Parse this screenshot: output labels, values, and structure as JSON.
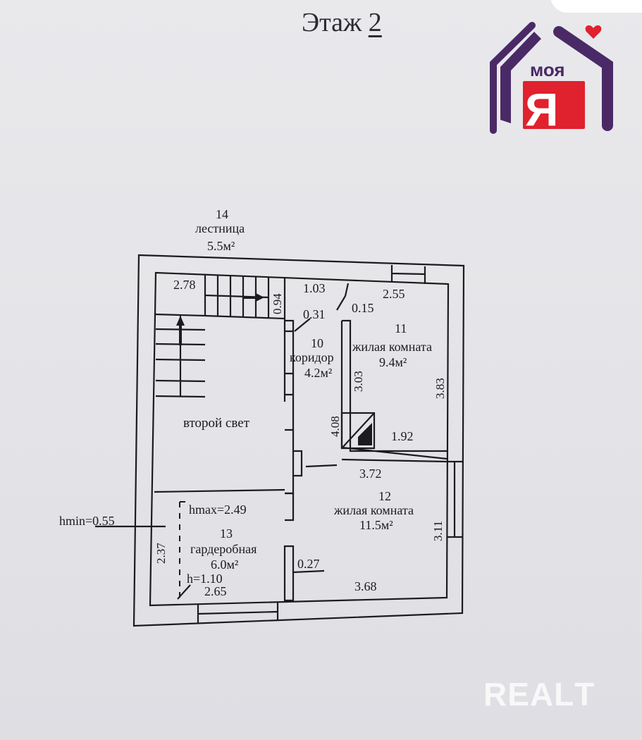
{
  "header": {
    "title_word": "Этаж",
    "title_number": "2"
  },
  "logo": {
    "text_top": "моя",
    "text_main": "Я"
  },
  "watermark": {
    "text": "RЕALТ"
  },
  "rooms": {
    "stairs": {
      "number": "14",
      "name": "лестница",
      "area": "5.5м²"
    },
    "corridor": {
      "number": "10",
      "name": "коридор",
      "area": "4.2м²"
    },
    "living_11": {
      "number": "11",
      "name": "жилая комната",
      "area": "9.4м²"
    },
    "living_12": {
      "number": "12",
      "name": "жилая комната",
      "area": "11.5м²"
    },
    "wardrobe": {
      "number": "13",
      "name": "гардеробная",
      "area": "6.0м²"
    },
    "double_height": {
      "name": "второй свет"
    }
  },
  "dimensions": {
    "stairs_width": "2.78",
    "stairs_depth": "0.94",
    "corridor_top": "1.03",
    "corridor_step": "0.31",
    "room11_step": "0.15",
    "room11_width": "2.55",
    "room11_height": "3.83",
    "room11_inner": "3.03",
    "room11_bottom": "1.92",
    "corridor_height": "4.08",
    "room12_top": "3.72",
    "room12_height": "3.11",
    "room12_bottom": "3.68",
    "room12_step": "0.27",
    "wardrobe_height": "2.37",
    "wardrobe_width": "2.65",
    "hmax": "hmax=2.49",
    "hmin": "hmin=0.55",
    "h": "h=1.10"
  },
  "colors": {
    "line": "#1c1c20",
    "logo_purple": "#4a2a66",
    "logo_red": "#e0212e",
    "background": "#e6e6ea"
  }
}
